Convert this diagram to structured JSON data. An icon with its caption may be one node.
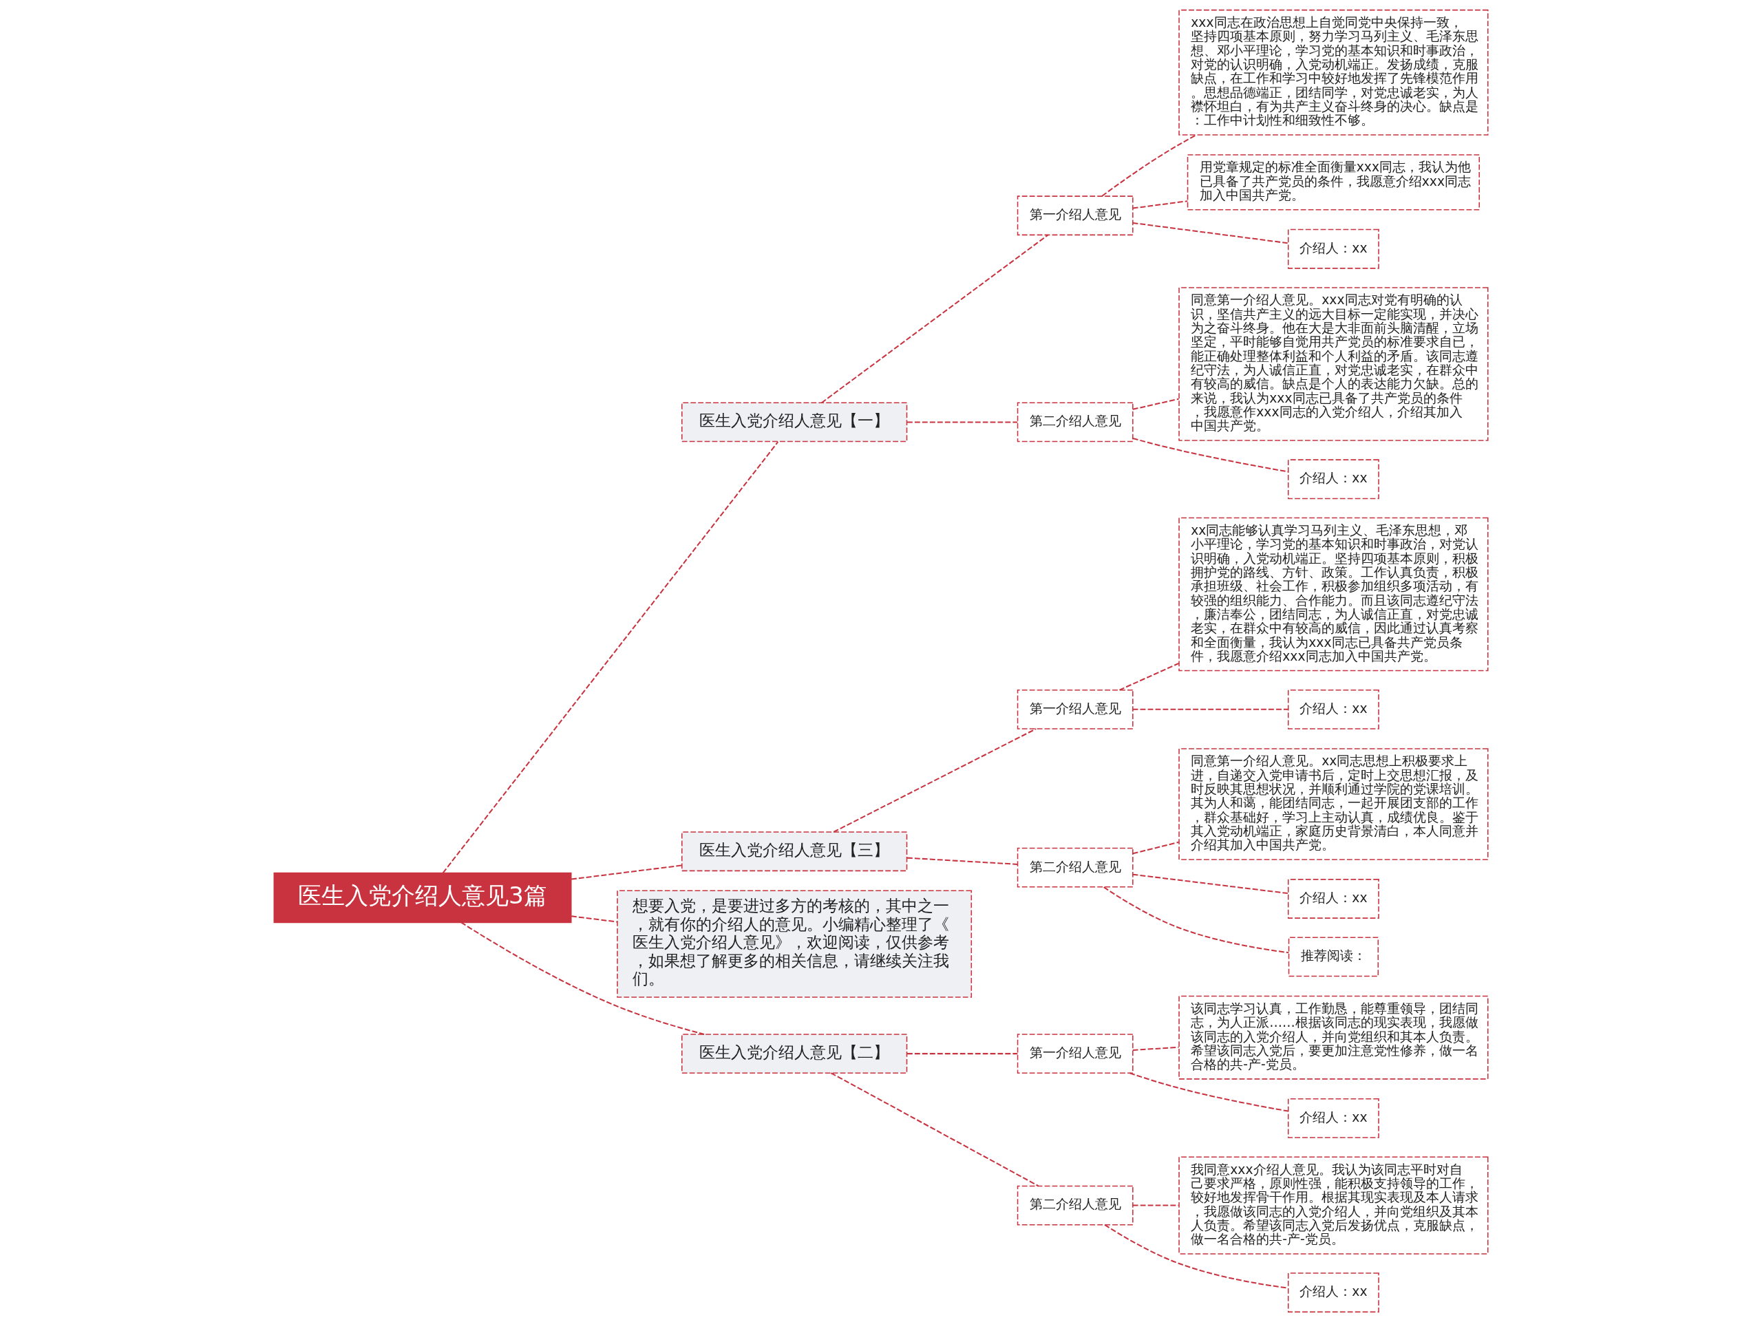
{
  "diagram": {
    "nodes": [
      {
        "text": [
          "医生入党介绍人意见3篇"
        ]
      },
      {
        "text": [
          "医生入党介绍人意见【一】"
        ]
      },
      {
        "text": [
          "第一介绍人意见"
        ]
      },
      {
        "text": [
          "xxx同志在政治思想上自觉同党中央保持一致，坚持四项基本原则，努力学习马列主义、毛泽东思想、邓小平理论，学习党的基本知识和时事政治，对党的认识明确，入党动机端正。发扬成绩，克服缺点，在工作和学习中较好地发挥了先锋模范作用。思想品德端正，团结同学，对党忠诚老实，为人襟怀坦白，有为共产主义奋斗终身的决心。缺点是：工作中计划性和细致性不够。"
        ]
      },
      {
        "text": [
          "用党章规定的标准全面衡量xxx同志，我认为他已具备了共产党员的条件，我愿意介绍xxx同志加入中国共产党。"
        ]
      },
      {
        "text": [
          "介绍人：xx"
        ]
      },
      {
        "text": [
          "第二介绍人意见"
        ]
      },
      {
        "text": [
          "同意第一介绍人意见。xxx同志对党有明确的认识，坚信共产主义的远大目标一定能实现，并决心为之奋斗终身。他在大是大非面前头脑清醒，立场坚定，平时能够自觉用共产党员的标准要求自已，能正确处理整体利益和个人利益的矛盾。该同志遵纪守法，为人诚信正直，对党忠诚老实，在群众中有较高的威信。缺点是个人的表达能力欠缺。总的来说，我认为xxx同志已具备了共产党员的条件，我愿意作xxx同志的入党介绍人，介绍其加入中国共产党。"
        ]
      },
      {
        "text": [
          "介绍人：xx"
        ]
      },
      {
        "text": [
          "医生入党介绍人意见【三】"
        ]
      },
      {
        "text": [
          "第一介绍人意见"
        ]
      },
      {
        "text": [
          "xx同志能够认真学习马列主义、毛泽东思想，邓小平理论，学习党的基本知识和时事政治，对党认识明确，入党动机端正。坚持四项基本原则，积极拥护党的路线、方针、政策。工作认真负责，积极承担班级、社会工作，积极参加组织多项活动，有较强的组织能力、合作能力。而且该同志遵纪守法，廉洁奉公，团结同志，为人诚信正直，对党忠诚老实，在群众中有较高的威信，因此通过认真考察和全面衡量，我认为xxx同志已具备共产党员条件，我愿意介绍xxx同志加入中国共产党。"
        ]
      },
      {
        "text": [
          "介绍人：xx"
        ]
      },
      {
        "text": [
          "第二介绍人意见"
        ]
      },
      {
        "text": [
          "同意第一介绍人意见。xx同志思想上积极要求上进，自递交入党申请书后，定时上交思想汇报，及时反映其思想状况，并顺利通过学院的党课培训。其为人和蔼，能团结同志，一起开展团支部的工作，群众基础好，学习上主动认真，成绩优良。鉴于其入党动机端正，家庭历史背景清白，本人同意并介绍其加入中国共产党。"
        ]
      },
      {
        "text": [
          "介绍人：xx"
        ]
      },
      {
        "text": [
          "推荐阅读："
        ]
      },
      {
        "text": [
          "想要入党，是要进过多方的考核的，其中之一，就有你的介绍人的意见。小编精心整理了《医生入党介绍人意见》，欢迎阅读，仅供参考，如果想了解更多的相关信息，请继续关注我们。"
        ]
      },
      {
        "text": [
          "医生入党介绍人意见【二】"
        ]
      },
      {
        "text": [
          "第一介绍人意见"
        ]
      },
      {
        "text": [
          "该同志学习认真，工作勤恳，能尊重领导，团结同志，为人正派……根据该同志的现实表现，我愿做该同志的入党介绍人，并向党组织和其本人负责。希望该同志入党后，要更加注意党性修养，做一名合格的共-产-党员。"
        ]
      },
      {
        "text": [
          "介绍人：xx"
        ]
      },
      {
        "text": [
          "第二介绍人意见"
        ]
      },
      {
        "text": [
          "我同意xxx介绍人意见。我认为该同志平时对自己要求严格，原则性强，能积极支持领导的工作，较好地发挥骨干作用。根据其现实表现及本人请求，我愿做该同志的入党介绍人，并向党组织及其本人负责。希望该同志入党后发扬优点，克服缺点，做一名合格的共-产-党员。"
        ]
      },
      {
        "text": [
          "介绍人：xx"
        ]
      }
    ],
    "edges": [
      {
        "from": 0,
        "to": 1,
        "arrow": "none",
        "style": "dashed"
      },
      {
        "from": 1,
        "to": 2,
        "arrow": "none",
        "style": "dashed"
      },
      {
        "from": 2,
        "to": 3,
        "arrow": "none",
        "style": "dashed"
      },
      {
        "from": 2,
        "to": 4,
        "arrow": "none",
        "style": "dashed"
      },
      {
        "from": 2,
        "to": 5,
        "arrow": "none",
        "style": "dashed"
      },
      {
        "from": 1,
        "to": 6,
        "arrow": "none",
        "style": "dashed"
      },
      {
        "from": 6,
        "to": 7,
        "arrow": "none",
        "style": "dashed"
      },
      {
        "from": 6,
        "to": 8,
        "arrow": "none",
        "style": "dashed"
      },
      {
        "from": 0,
        "to": 9,
        "arrow": "none",
        "style": "dashed"
      },
      {
        "from": 9,
        "to": 10,
        "arrow": "none",
        "style": "dashed"
      },
      {
        "from": 10,
        "to": 11,
        "arrow": "none",
        "style": "dashed"
      },
      {
        "from": 10,
        "to": 12,
        "arrow": "none",
        "style": "dashed"
      },
      {
        "from": 9,
        "to": 13,
        "arrow": "none",
        "style": "dashed"
      },
      {
        "from": 13,
        "to": 14,
        "arrow": "none",
        "style": "dashed"
      },
      {
        "from": 13,
        "to": 15,
        "arrow": "none",
        "style": "dashed"
      },
      {
        "from": 13,
        "to": 16,
        "arrow": "none",
        "style": "dashed"
      },
      {
        "from": 0,
        "to": 17,
        "arrow": "none",
        "style": "dashed"
      },
      {
        "from": 0,
        "to": 18,
        "arrow": "none",
        "style": "dashed"
      },
      {
        "from": 18,
        "to": 19,
        "arrow": "none",
        "style": "dashed"
      },
      {
        "from": 19,
        "to": 20,
        "arrow": "none",
        "style": "dashed"
      },
      {
        "from": 19,
        "to": 21,
        "arrow": "none",
        "style": "dashed"
      },
      {
        "from": 18,
        "to": 22,
        "arrow": "none",
        "style": "dashed"
      },
      {
        "from": 22,
        "to": 23,
        "arrow": "none",
        "style": "dashed"
      },
      {
        "from": 22,
        "to": 24,
        "arrow": "none",
        "style": "dashed"
      }
    ]
  }
}
